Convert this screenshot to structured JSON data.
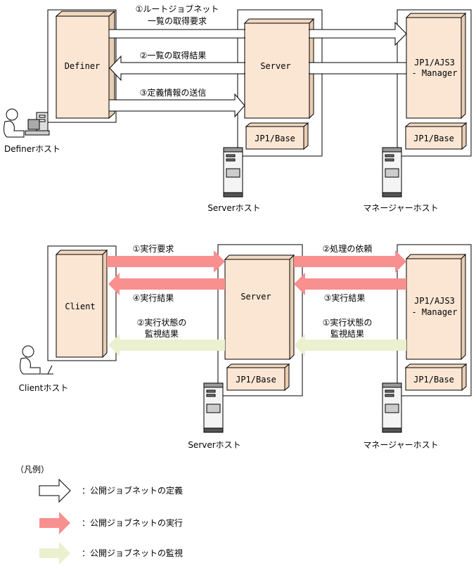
{
  "top": {
    "definer": "Definer",
    "server": "Server",
    "manager_line1": "JP1/AJS3",
    "manager_line2": "- Manager",
    "base_server": "JP1/Base",
    "base_manager": "JP1/Base",
    "arrow1_line1": "①ルートジョブネット",
    "arrow1_line2": "一覧の取得要求",
    "arrow2": "②一覧の取得結果",
    "arrow3": "③定義情報の送信",
    "host_definer": "Definerホスト",
    "host_server": "Serverホスト",
    "host_manager": "マネージャーホスト"
  },
  "bottom": {
    "client": "Client",
    "server": "Server",
    "manager_line1": "JP1/AJS3",
    "manager_line2": "- Manager",
    "base_server": "JP1/Base",
    "base_manager": "JP1/Base",
    "a_exec_request": "①実行要求",
    "a_exec_result": "④実行結果",
    "a_monitor_line1": "②実行状態の",
    "a_monitor_line2": "監視結果",
    "b_process_request": "②処理の依頼",
    "b_exec_result": "③実行結果",
    "b_monitor_line1": "①実行状態の",
    "b_monitor_line2": "監視結果",
    "host_client": "Clientホスト",
    "host_server": "Serverホスト",
    "host_manager": "マネージャーホスト"
  },
  "legend": {
    "title": "（凡例）",
    "definition": "：公開ジョブネットの定義",
    "execution": "：公開ジョブネットの実行",
    "monitoring": "：公開ジョブネットの監視"
  },
  "colors": {
    "box_fill": "#fbe6d4",
    "exec_arrow": "#f8908f",
    "monitor_arrow": "#ebf0cf",
    "outline": "#000000"
  }
}
